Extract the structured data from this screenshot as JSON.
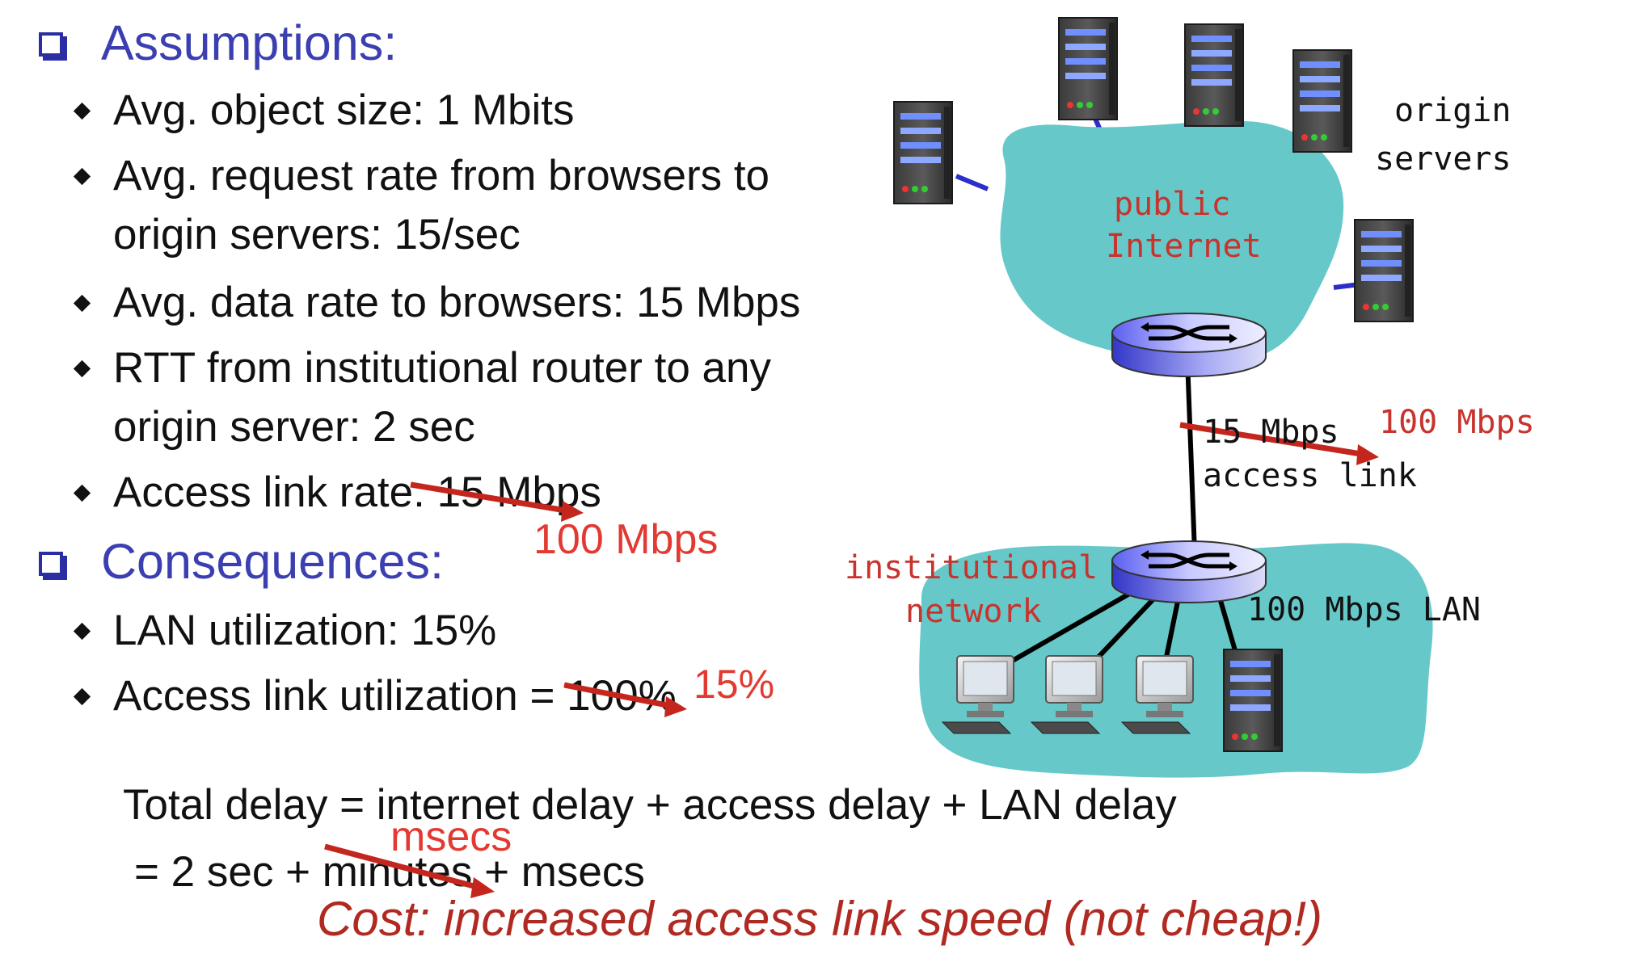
{
  "assumptions": {
    "heading": "Assumptions:",
    "items": [
      {
        "text": "Avg. object size: 1  Mbits"
      },
      {
        "line1": "Avg. request rate from browsers to",
        "line2": "origin servers: 15/sec"
      },
      {
        "text": "Avg. data rate to browsers: 15 Mbps"
      },
      {
        "line1": "RTT from institutional router to any",
        "line2": "origin server: 2 sec"
      },
      {
        "text": "Access link rate: 15 Mbps"
      }
    ],
    "access_link_correction": "100 Mbps"
  },
  "consequences": {
    "heading": "Consequences:",
    "lan_util": "LAN utilization: 15%",
    "access_util_prefix": "Access link utilization = ",
    "access_util_old": "100%",
    "access_util_new": "15%"
  },
  "delay": {
    "line1": "Total delay   = internet delay + access delay + LAN delay",
    "line2_prefix": "=  2 sec + ",
    "line2_old": "minutes",
    "line2_suffix": " + msecs",
    "correction": "msecs"
  },
  "cost": "Cost: increased access link speed (not cheap!)",
  "diagram": {
    "origin_servers_1": "origin",
    "origin_servers_2": "servers",
    "public_internet_1": "public",
    "public_internet_2": "Internet",
    "link_old": "15 Mbps",
    "link_new": "100 Mbps",
    "access_link": "access link",
    "institutional_1": "institutional",
    "institutional_2": "network",
    "lan_label": "100 Mbps LAN"
  },
  "colors": {
    "heading_blue": "#3b3fb0",
    "cloud_teal": "#66c8c8",
    "annotation_red": "#e23a32",
    "strike_red": "#c4261e",
    "cost_red": "#b02a22"
  }
}
